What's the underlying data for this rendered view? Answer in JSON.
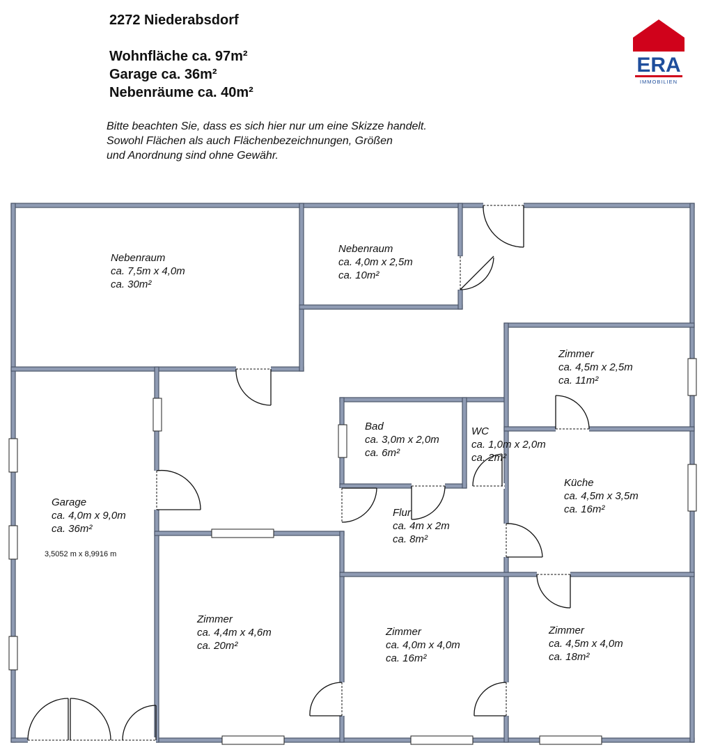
{
  "header": {
    "title": "2272 Niederabsdorf",
    "areas": [
      "Wohnfläche ca. 97m²",
      "Garage ca. 36m²",
      "Nebenräume ca. 40m²"
    ],
    "disclaimer": [
      "Bitte beachten Sie, dass es sich hier nur um eine Skizze handelt.",
      "Sowohl Flächen als auch Flächenbezeichnungen, Größen",
      "und Anordnung sind ohne Gewähr."
    ]
  },
  "logo": {
    "brand": "ERA",
    "subtitle": "IMMOBILIEN",
    "red": "#d0021b",
    "blue": "#1f4e9c"
  },
  "colors": {
    "wall": "#4a5568",
    "wall_fill": "#8f9bb3",
    "door": "#111111"
  },
  "rooms": {
    "nebenraum_1": {
      "name": "Nebenraum",
      "dims": "ca. 7,5m x 4,0m",
      "area": "ca. 30m²"
    },
    "nebenraum_2": {
      "name": "Nebenraum",
      "dims": "ca. 4,0m x 2,5m",
      "area": "ca. 10m²"
    },
    "zimmer_ne": {
      "name": "Zimmer",
      "dims": "ca. 4,5m x 2,5m",
      "area": "ca. 11m²"
    },
    "bad": {
      "name": "Bad",
      "dims": "ca. 3,0m x 2,0m",
      "area": "ca. 6m²"
    },
    "wc": {
      "name": "WC",
      "dims": "ca. 1,0m x 2,0m",
      "area": "ca. 2m²"
    },
    "kueche": {
      "name": "Küche",
      "dims": "ca. 4,5m x 3,5m",
      "area": "ca. 16m²"
    },
    "garage": {
      "name": "Garage",
      "dims": "ca. 4,0m x 9,0m",
      "area": "ca. 36m²",
      "measure": "3,5052 m x 8,9916 m"
    },
    "flur": {
      "name": "Flur",
      "dims": "ca. 4m x 2m",
      "area": "ca. 8m²"
    },
    "zimmer_sw": {
      "name": "Zimmer",
      "dims": "ca. 4,4m x 4,6m",
      "area": "ca. 20m²"
    },
    "zimmer_s": {
      "name": "Zimmer",
      "dims": "ca. 4,0m x 4,0m",
      "area": "ca. 16m²"
    },
    "zimmer_se": {
      "name": "Zimmer",
      "dims": "ca. 4,5m x 4,0m",
      "area": "ca. 18m²"
    }
  }
}
